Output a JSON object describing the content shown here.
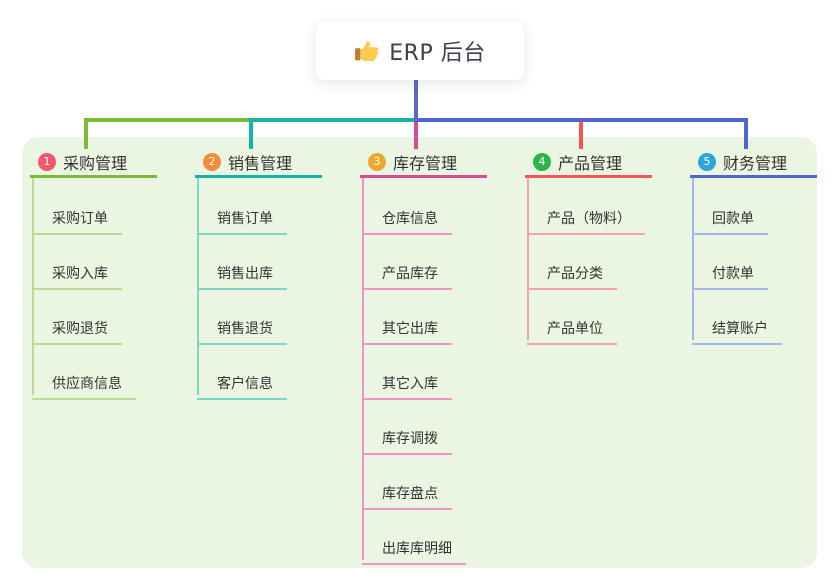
{
  "root": {
    "title": "ERP 后台",
    "icon": "thumbs-up-icon"
  },
  "colors": {
    "panel_bg": "#eaf6e1",
    "card_bg": "#ffffff",
    "root_line": "#5b68c9",
    "title_text": "#3b404e",
    "node_text": "#333333"
  },
  "branches": [
    {
      "number": "1",
      "label": "采购管理",
      "badge_color": "#f4586e",
      "line_color": "#7db83c",
      "child_line_color": "#b9dc95",
      "children": [
        "采购订单",
        "采购入库",
        "采购退货",
        "供应商信息"
      ]
    },
    {
      "number": "2",
      "label": "销售管理",
      "badge_color": "#f78b3d",
      "line_color": "#14b3a5",
      "child_line_color": "#7fd4c8",
      "children": [
        "销售订单",
        "销售出库",
        "销售退货",
        "客户信息"
      ]
    },
    {
      "number": "3",
      "label": "库存管理",
      "badge_color": "#f0a830",
      "line_color": "#d6499b",
      "child_line_color": "#ef94c6",
      "children": [
        "仓库信息",
        "产品库存",
        "其它出库",
        "其它入库",
        "库存调拨",
        "库存盘点",
        "出库库明细"
      ]
    },
    {
      "number": "4",
      "label": "产品管理",
      "badge_color": "#31b34c",
      "line_color": "#f25656",
      "child_line_color": "#f6a3a3",
      "children": [
        "产品（物料）",
        "产品分类",
        "产品单位"
      ]
    },
    {
      "number": "5",
      "label": "财务管理",
      "badge_color": "#2ba5dc",
      "line_color": "#4f66cc",
      "child_line_color": "#9fb7ea",
      "children": [
        "回款单",
        "付款单",
        "结算账户"
      ]
    }
  ]
}
